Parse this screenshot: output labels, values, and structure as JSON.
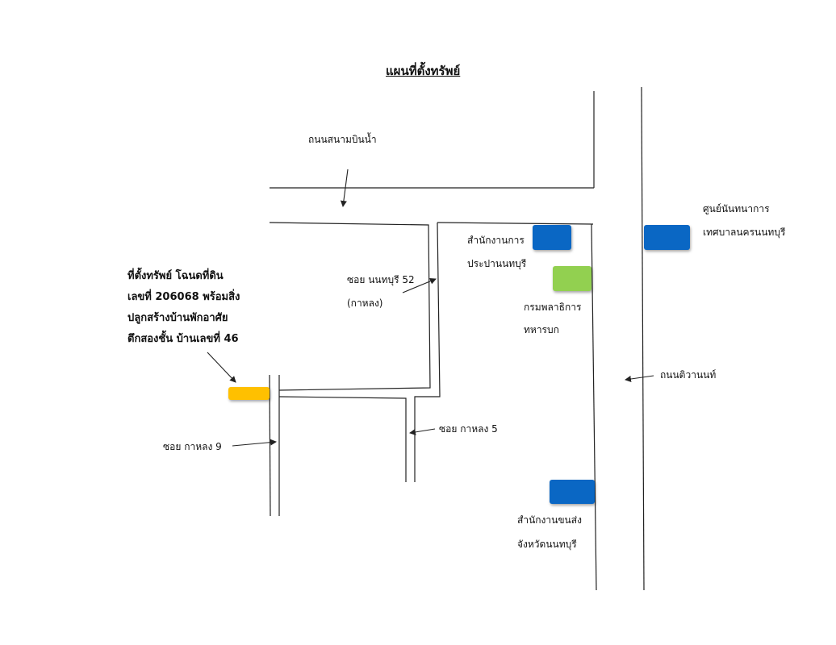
{
  "title": "แผนที่ตั้งทรัพย์",
  "colors": {
    "road_line": "#222222",
    "office_blue": "#0a67c4",
    "army_green": "#92d050",
    "property_yellow": "#ffc000"
  },
  "roads": {
    "sanambinnam": "ถนนสนามบินน้ำ",
    "tiwanon": "ถนนติวานนท์",
    "soi_nonthaburi_52": {
      "line1": "ซอย นนทบุรี 52",
      "line2": "(กาหลง)"
    },
    "soi_kalong_5": "ซอย กาหลง 5",
    "soi_kalong_9": "ซอย กาหลง 9"
  },
  "places": {
    "provincial_waterworks": {
      "line1": "สำนักงานการ",
      "line2": "ประปานนทบุรี"
    },
    "army_welfare": {
      "line1": "กรมพลาธิการ",
      "line2": "ทหารบก"
    },
    "municipal_recreation": {
      "line1": "ศูนย์นันทนาการ",
      "line2": "เทศบาลนครนนทบุรี"
    },
    "transport_office": {
      "line1": "สำนักงานขนส่ง",
      "line2": "จังหวัดนนทบุรี"
    }
  },
  "property": {
    "line1": "ที่ตั้งทรัพย์ โฉนดที่ดิน",
    "line2": "เลขที่ 206068 พร้อมสิ่ง",
    "line3": "ปลูกสร้างบ้านพักอาศัย",
    "line4": "ตึกสองชั้น บ้านเลขที่ 46"
  }
}
